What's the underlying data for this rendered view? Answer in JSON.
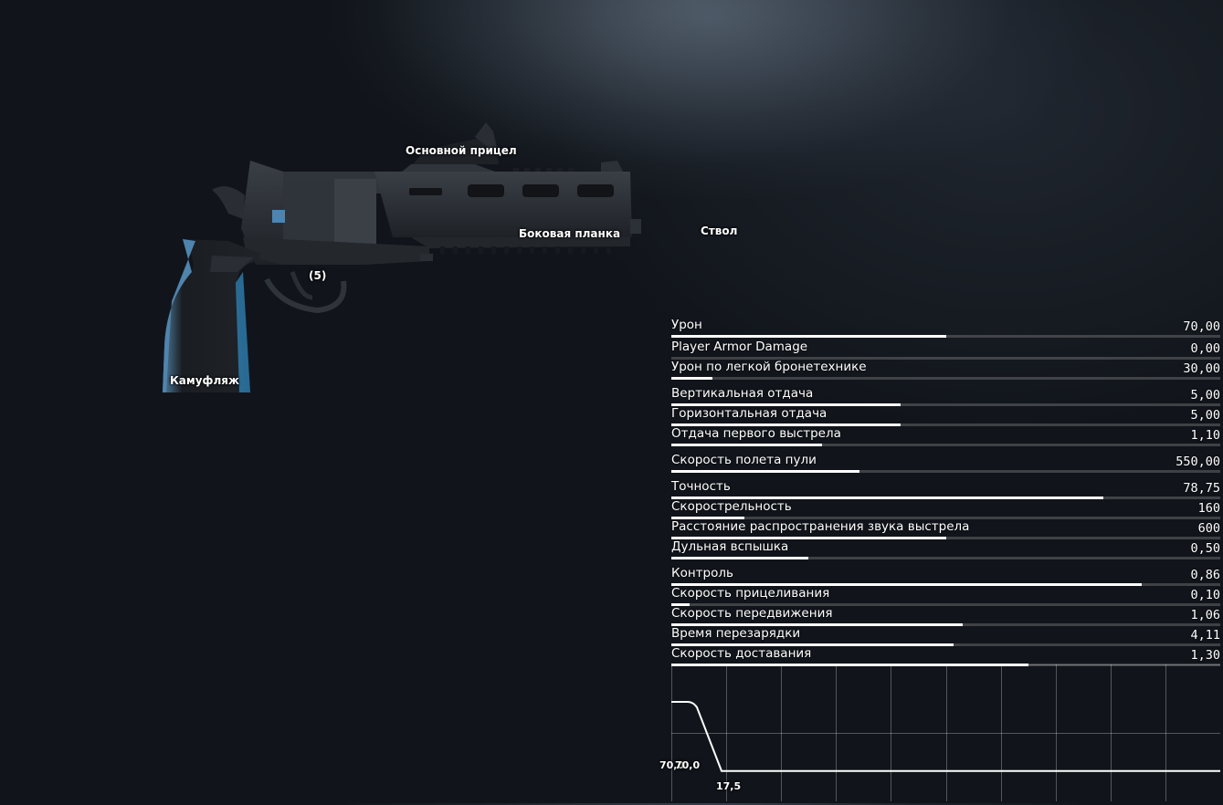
{
  "attachments": {
    "main_sight": "Основной прицел",
    "side_rail": "Боковая планка",
    "barrel": "Ствол",
    "ammo_count": "(5)",
    "camo": "Камуфляж"
  },
  "stats": [
    {
      "name": "Урон",
      "value": "70,00",
      "fill": 0.5
    },
    {
      "name": "Player Armor Damage",
      "value": "0,00",
      "fill": 0.0
    },
    {
      "name": "Урон по легкой бронетехнике",
      "value": "30,00",
      "fill": 0.075
    },
    {
      "name": "Вертикальная отдача",
      "value": "5,00",
      "fill": 0.417
    },
    {
      "name": "Горизонтальная отдача",
      "value": "5,00",
      "fill": 0.417
    },
    {
      "name": "Отдача первого выстрела",
      "value": "1,10",
      "fill": 0.275
    },
    {
      "name": "Скорость полета пули",
      "value": "550,00",
      "fill": 0.343
    },
    {
      "name": "Точность",
      "value": "78,75",
      "fill": 0.787
    },
    {
      "name": "Скорострельность",
      "value": "160",
      "fill": 0.133
    },
    {
      "name": "Расстояние распространения звука выстрела",
      "value": "600",
      "fill": 0.5
    },
    {
      "name": "Дульная вспышка",
      "value": "0,50",
      "fill": 0.25
    },
    {
      "name": "Контроль",
      "value": "0,86",
      "fill": 0.857
    },
    {
      "name": "Скорость прицеливания",
      "value": "0,10",
      "fill": 0.033
    },
    {
      "name": "Скорость передвижения",
      "value": "1,06",
      "fill": 0.53
    },
    {
      "name": "Время перезарядки",
      "value": "4,11",
      "fill": 0.514
    },
    {
      "name": "Скорость доставания",
      "value": "1,30",
      "fill": 0.65
    }
  ],
  "damage_graph": {
    "labels": [
      "70,0",
      "70,0",
      "17,5"
    ],
    "start_damage": 70.0,
    "end_damage": 17.5,
    "grid_columns": 10,
    "grid_rows": 2
  }
}
